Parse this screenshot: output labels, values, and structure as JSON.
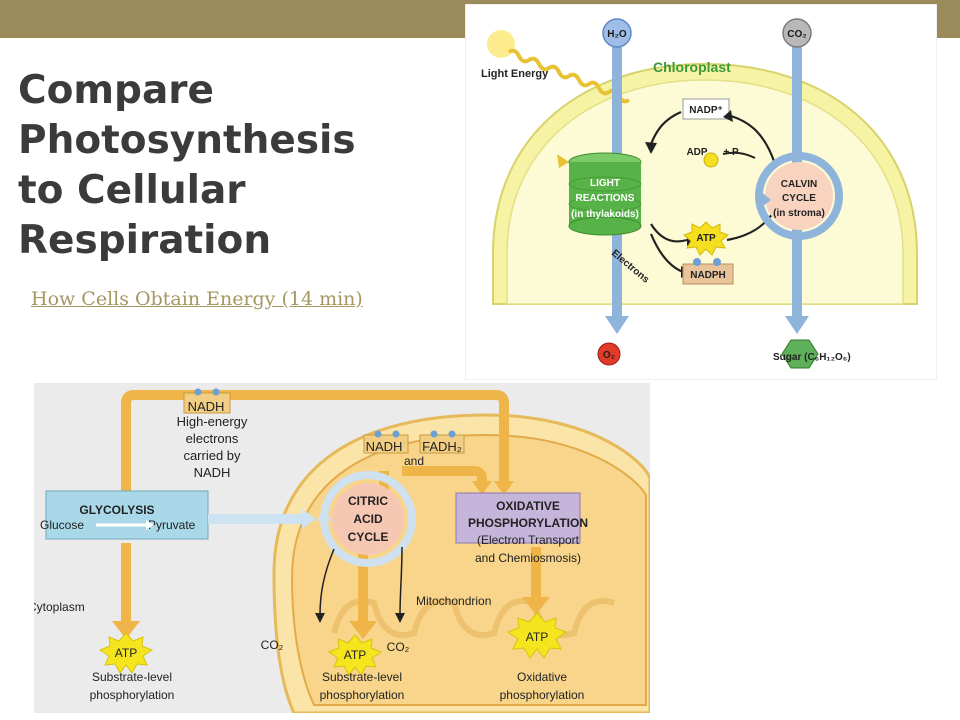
{
  "slide": {
    "title_lines": [
      "Compare",
      "Photosynthesis",
      "to Cellular",
      "Respiration"
    ],
    "video_link": "How Cells Obtain Energy (14 min)"
  },
  "colors": {
    "band": "#9b8b5a",
    "title": "#3b3b3b",
    "link": "#a69662",
    "chloroplast_fill": "#f6f3a4",
    "chloroplast_inner": "#fcfbd6",
    "thylakoid_green": "#57b347",
    "calvin_fill": "#f7d3c0",
    "arrow_blue": "#8fb4dc",
    "arrow_orange": "#efb548",
    "atp_yellow": "#f5df1e",
    "glycolysis_box": "#a9d9e8",
    "oxphos_box": "#c5b5da",
    "krebs_fill": "#f6c8b3"
  },
  "photosynthesis": {
    "h2o": "H₂O",
    "co2": "CO₂",
    "light_energy": "Light Energy",
    "chloroplast": "Chloroplast",
    "nadp": "NADP⁺",
    "adp": "ADP",
    "plus_p": "+ P",
    "light_reactions": [
      "LIGHT",
      "REACTIONS",
      "(in thylakoids)"
    ],
    "calvin_cycle": [
      "CALVIN",
      "CYCLE",
      "(in stroma)"
    ],
    "atp": "ATP",
    "nadph": "NADPH",
    "electrons": "Electrons",
    "o2": "O₂",
    "sugar": "Sugar (C₆H₁₂O₆)"
  },
  "respiration": {
    "nadh_top": "NADH",
    "high_energy": [
      "High-energy",
      "electrons",
      "carried by",
      "NADH"
    ],
    "nadh_mid": "NADH",
    "and": "and",
    "fadh2": "FADH₂",
    "glycolysis": "GLYCOLYSIS",
    "glucose": "Glucose",
    "pyruvate": "Pyruvate",
    "citric_acid": [
      "CITRIC",
      "ACID",
      "CYCLE"
    ],
    "oxphos": [
      "OXIDATIVE",
      "PHOSPHORYLATION",
      "(Electron Transport",
      "and Chemiosmosis)"
    ],
    "cytoplasm": "Cytoplasm",
    "mitochondrion": "Mitochondrion",
    "co2": "CO₂",
    "atp": "ATP",
    "substrate_level": [
      "Substrate-level",
      "phosphorylation"
    ],
    "oxidative": [
      "Oxidative",
      "phosphorylation"
    ]
  }
}
